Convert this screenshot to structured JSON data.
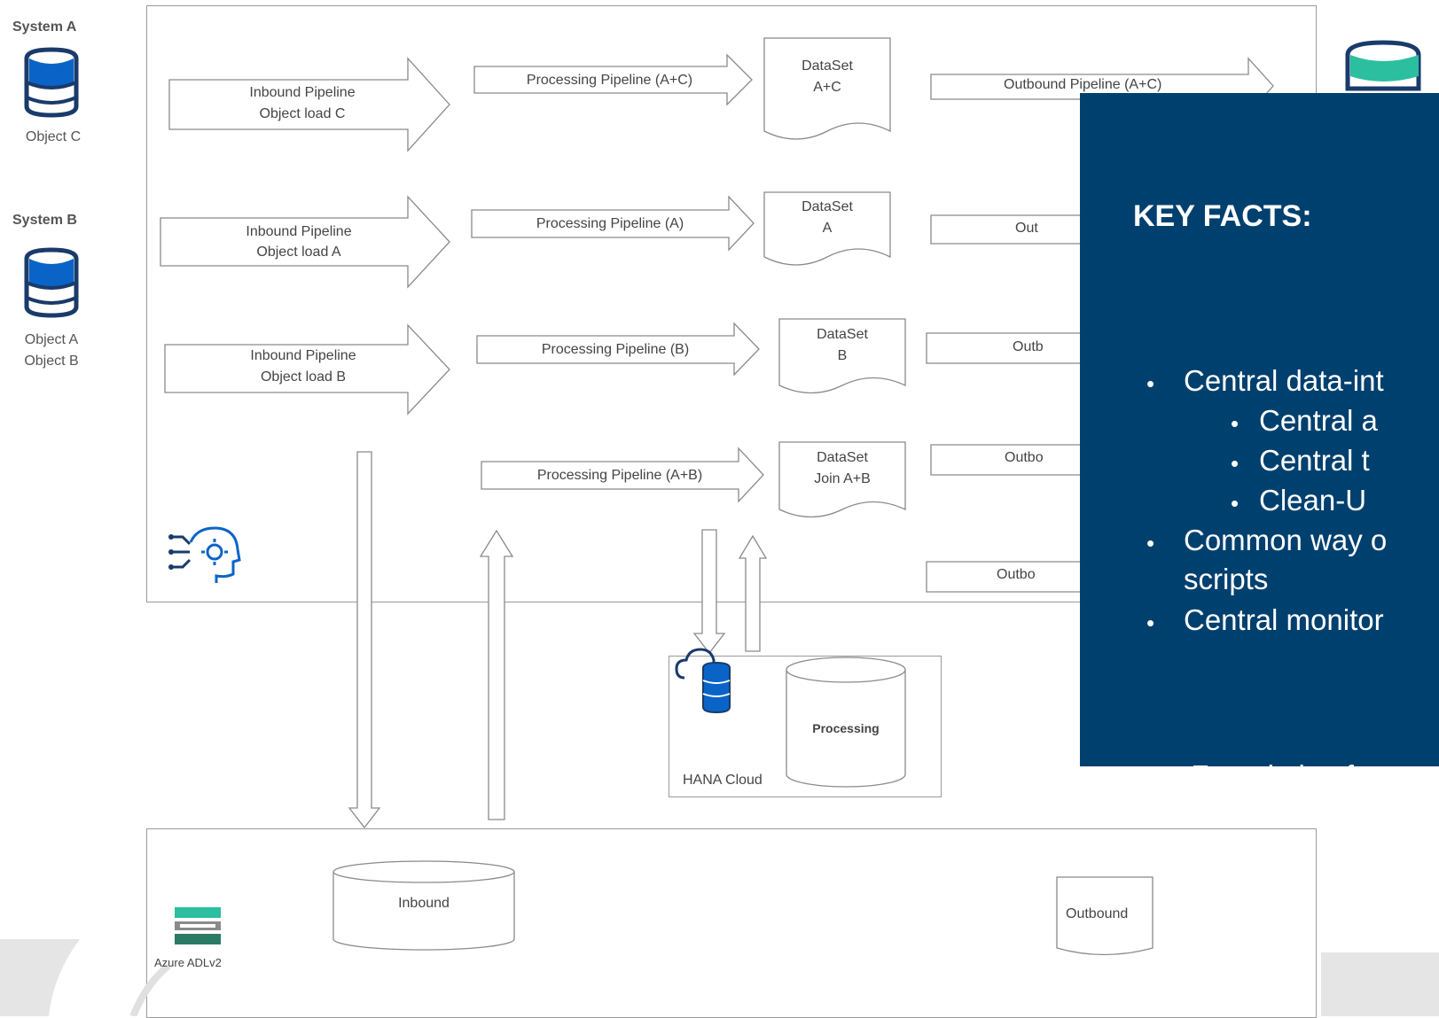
{
  "systems": {
    "system_a": {
      "title": "System A",
      "objects": [
        "Object C"
      ]
    },
    "system_b": {
      "title": "System B",
      "objects": [
        "Object A",
        "Object B"
      ]
    }
  },
  "pipelines": {
    "inbound_c": [
      "Inbound Pipeline",
      "Object load C"
    ],
    "inbound_a": [
      "Inbound Pipeline",
      "Object load A"
    ],
    "inbound_b": [
      "Inbound Pipeline",
      "Object load B"
    ],
    "processing_ac": "Processing Pipeline (A+C)",
    "processing_a": "Processing Pipeline (A)",
    "processing_b": "Processing Pipeline (B)",
    "processing_ab": "Processing Pipeline (A+B)",
    "outbound_ac": "Outbound Pipeline (A+C)",
    "outbound_a": "Out",
    "outbound_b": "Outb",
    "outbound_ab": "Outbo",
    "outbound_extra": "Outbo"
  },
  "datasets": {
    "ac": [
      "DataSet",
      "A+C"
    ],
    "a": [
      "DataSet",
      "A"
    ],
    "b": [
      "DataSet",
      "B"
    ],
    "ab": [
      "DataSet",
      "Join A+B"
    ]
  },
  "hana": {
    "title": "HANA Cloud",
    "store": "Processing"
  },
  "azure": {
    "title": "Azure ADLv2",
    "inbound": "Inbound",
    "outbound": "Outbound"
  },
  "key_facts": {
    "heading": "KEY FACTS:",
    "bullets": [
      {
        "text": "Central data-int",
        "level": 1
      },
      {
        "text": "Central a",
        "level": 2
      },
      {
        "text": "Central t",
        "level": 2
      },
      {
        "text": "Clean-U",
        "level": 2
      },
      {
        "text": "Common way o",
        "level": 1
      },
      {
        "text": "scripts",
        "level": 0
      },
      {
        "text": "Central monitor",
        "level": 1
      }
    ],
    "footer": "--> Foundation for"
  },
  "colors": {
    "panel_bg": "#00406e",
    "db_blue": "#0a64c8",
    "db_dark": "#1a3a6a",
    "teal": "#2bbf9f"
  }
}
